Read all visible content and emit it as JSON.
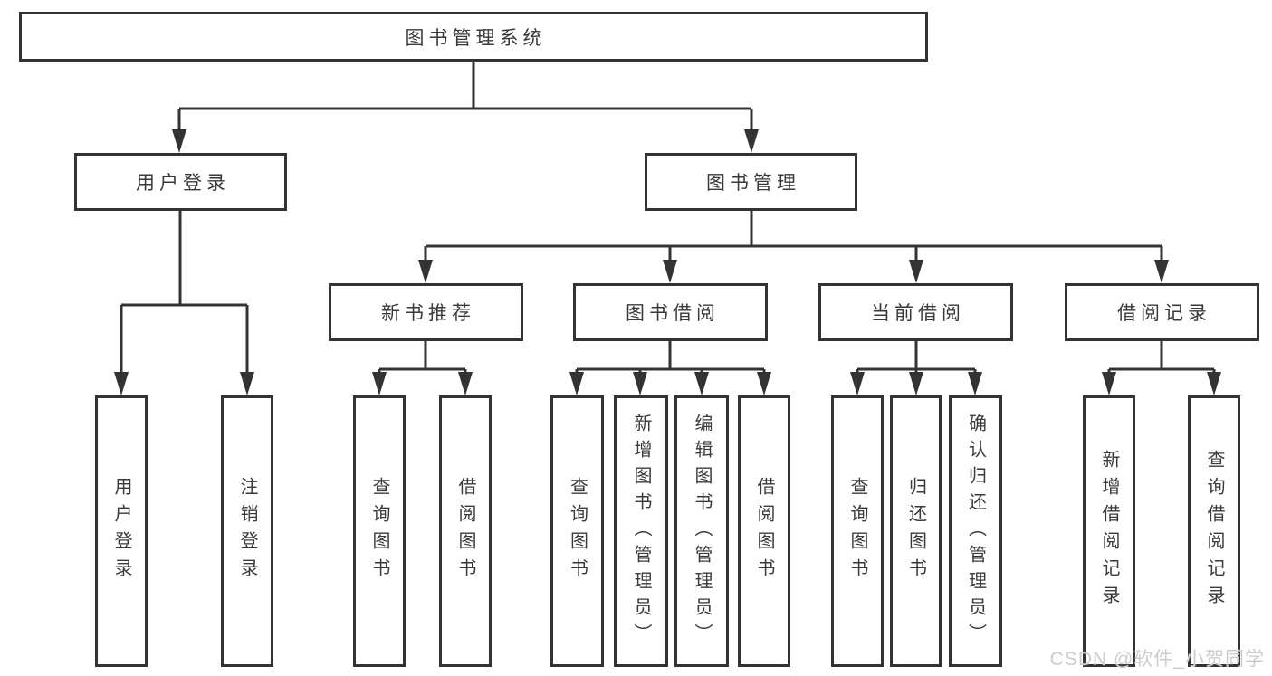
{
  "diagram": {
    "type": "hierarchy",
    "title": "图书管理系统",
    "line_color": "#333333",
    "text_color": "#3a3a3a",
    "box_background": "#ffffff",
    "hierarchy": {
      "label": "图书管理系统",
      "children": [
        {
          "label": "用户登录",
          "children": [
            {
              "label": "用户登录"
            },
            {
              "label": "注销登录"
            }
          ]
        },
        {
          "label": "图书管理",
          "children": [
            {
              "label": "新书推荐",
              "children": [
                {
                  "label": "查询图书"
                },
                {
                  "label": "借阅图书"
                }
              ]
            },
            {
              "label": "图书借阅",
              "children": [
                {
                  "label": "查询图书"
                },
                {
                  "label": "新增图书（管理员）"
                },
                {
                  "label": "编辑图书（管理员）"
                },
                {
                  "label": "借阅图书"
                }
              ]
            },
            {
              "label": "当前借阅",
              "children": [
                {
                  "label": "查询图书"
                },
                {
                  "label": "归还图书"
                },
                {
                  "label": "确认归还（管理员）"
                }
              ]
            },
            {
              "label": "借阅记录",
              "children": [
                {
                  "label": "新增借阅记录"
                },
                {
                  "label": "查询借阅记录"
                }
              ]
            }
          ]
        }
      ]
    }
  },
  "watermark": {
    "text": "CSDN @软件_小贺同学",
    "color": "#cccccc"
  }
}
